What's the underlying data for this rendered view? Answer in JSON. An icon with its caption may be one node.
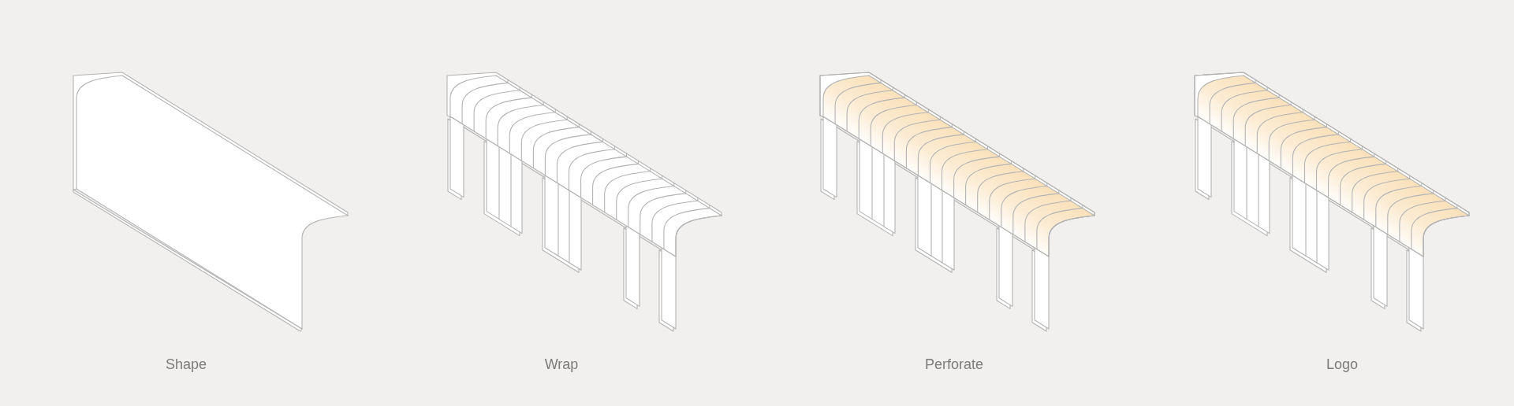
{
  "diagram": {
    "labels": [
      "Shape",
      "Wrap",
      "Perforate",
      "Logo"
    ]
  }
}
